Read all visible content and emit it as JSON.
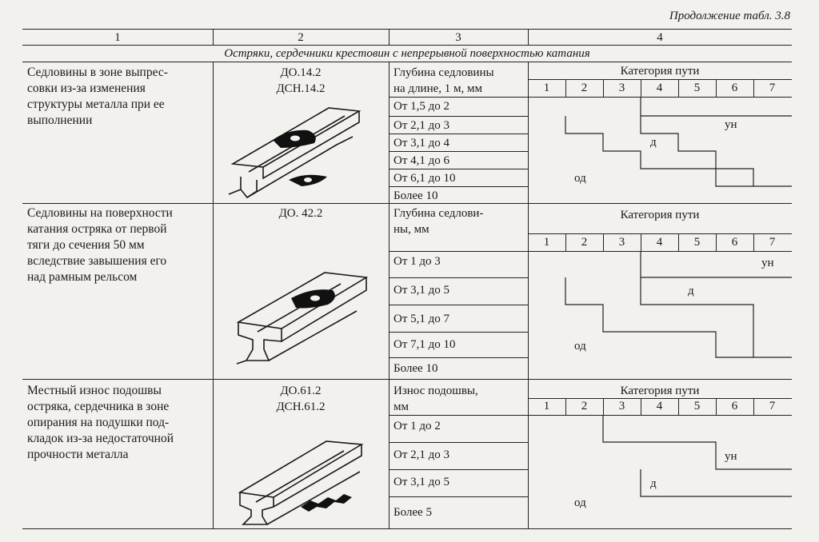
{
  "caption": "Продолжение табл. 3.8",
  "header": [
    "1",
    "2",
    "3",
    "4"
  ],
  "section_title": "Остряки, сердечники крестовин с непрерывной поверхностью катания",
  "rows": [
    {
      "description": "Седловины в зоне выпрес-\nсовки из-за изменения\nструктуры металла при ее\nвыполнении",
      "codes": "ДО.14.2\nДСН.14.2",
      "param_label": "Глубина седловины\nна длине, 1 м, мм",
      "category_title": "Категория пути",
      "category_numbers": [
        "1",
        "2",
        "3",
        "4",
        "5",
        "6",
        "7"
      ],
      "ranges": [
        "От 1,5 до 2",
        "От 2,1 до 3",
        "От 3,1 до 4",
        "От 4,1 до 6",
        "От 6,1 до 10",
        "Более 10"
      ],
      "zones": [
        "ун",
        "д",
        "од"
      ]
    },
    {
      "description": "Седловины на поверхности\nкатания остряка от первой\nтяги до сечения 50 мм\nвследствие завышения его\nнад рамным рельсом",
      "codes": "ДО. 42.2",
      "param_label": "Глубина седлови-\nны, мм",
      "category_title": "Категория пути",
      "category_numbers": [
        "1",
        "2",
        "3",
        "4",
        "5",
        "6",
        "7"
      ],
      "ranges": [
        "От 1 до 3",
        "От 3,1 до 5",
        "От 5,1 до 7",
        "От 7,1 до 10",
        "Более 10"
      ],
      "zones": [
        "ун",
        "д",
        "од"
      ]
    },
    {
      "description": "Местный износ подошвы\nостряка, сердечника в зоне\nопирания на подушки под-\nкладок из-за недостаточной\nпрочности металла",
      "codes": "ДО.61.2\nДСН.61.2",
      "param_label": "Износ подошвы,\nмм",
      "category_title": "Категория пути",
      "category_numbers": [
        "1",
        "2",
        "3",
        "4",
        "5",
        "6",
        "7"
      ],
      "ranges": [
        "От 1 до 2",
        "От 2,1 до 3",
        "От 3,1 до 5",
        "Более 5"
      ],
      "zones": [
        "ун",
        "д",
        "од"
      ]
    }
  ]
}
